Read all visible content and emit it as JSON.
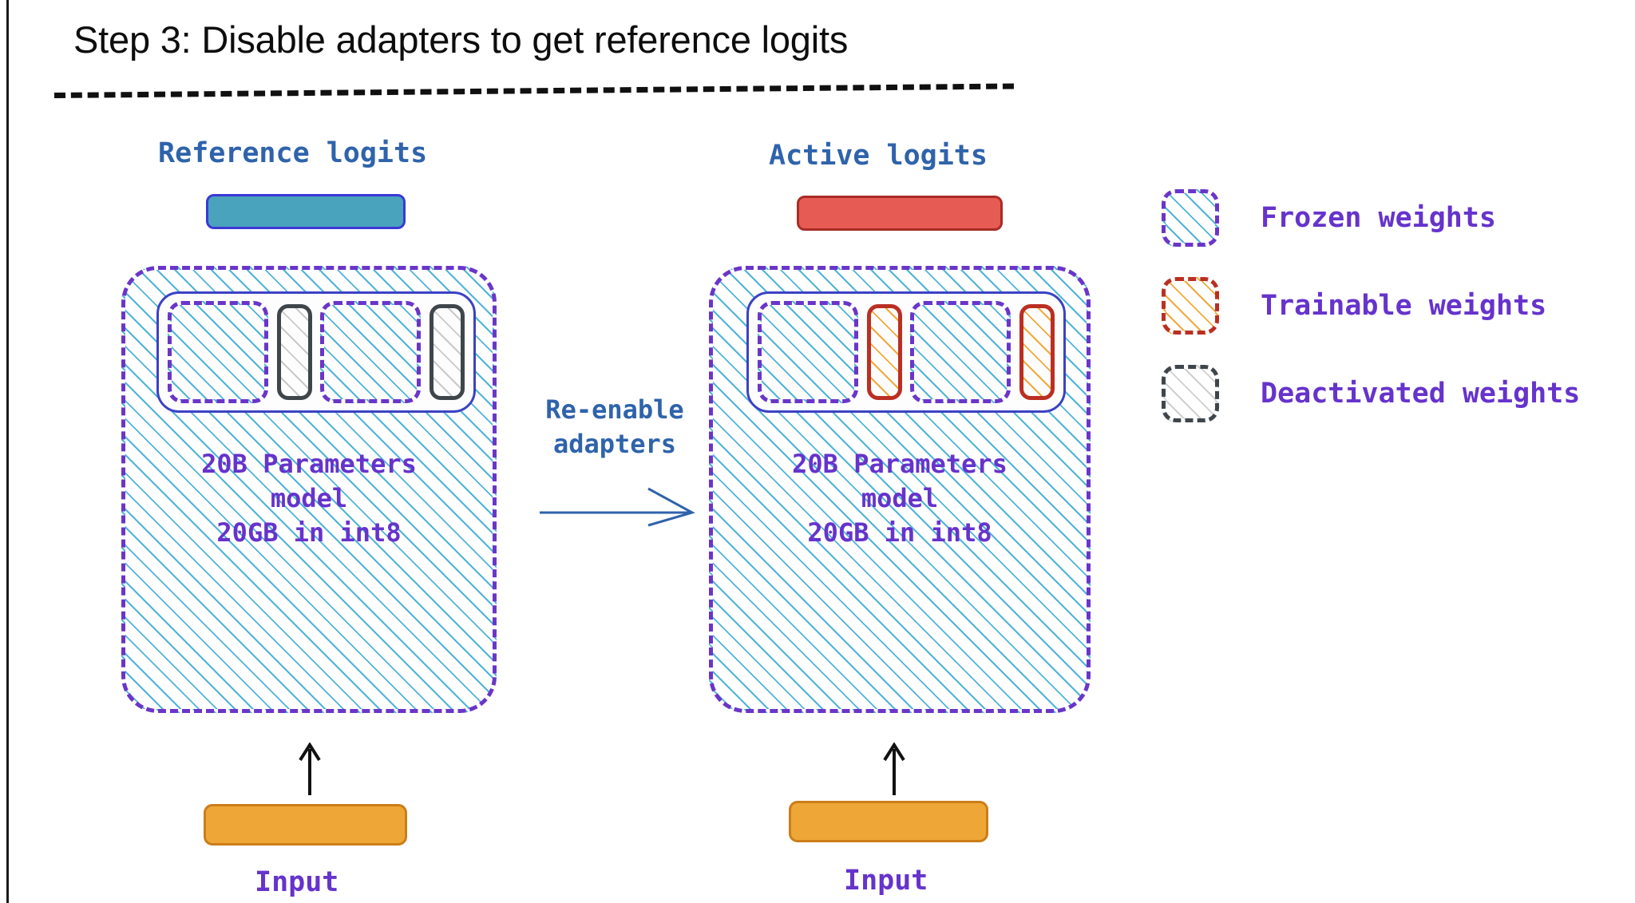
{
  "slide": {
    "title": "Step 3: Disable adapters to get reference logits"
  },
  "models": {
    "left": {
      "output_label": "Reference logits",
      "output_bar_color": "#4aa3bd",
      "body_text": "20B Parameters\nmodel\n20GB in int8",
      "input_label": "Input",
      "blocks": [
        {
          "kind": "frozen",
          "name": "frozen-weight-block"
        },
        {
          "kind": "deactivated",
          "name": "deactivated-adapter-block"
        },
        {
          "kind": "frozen",
          "name": "frozen-weight-block"
        },
        {
          "kind": "deactivated",
          "name": "deactivated-adapter-block"
        }
      ]
    },
    "right": {
      "output_label": "Active logits",
      "output_bar_color": "#e65c54",
      "body_text": "20B Parameters\nmodel\n20GB in int8",
      "input_label": "Input",
      "blocks": [
        {
          "kind": "frozen",
          "name": "frozen-weight-block"
        },
        {
          "kind": "trainable",
          "name": "trainable-adapter-block"
        },
        {
          "kind": "frozen",
          "name": "frozen-weight-block"
        },
        {
          "kind": "trainable",
          "name": "trainable-adapter-block"
        }
      ]
    }
  },
  "transition": {
    "label": "Re-enable\nadapters"
  },
  "legend": {
    "items": [
      {
        "label": "Frozen weights",
        "swatch": "frozen",
        "border_color": "#6a35c9",
        "hatch_color": "#4fb4d8"
      },
      {
        "label": "Trainable weights",
        "swatch": "trainable",
        "border_color": "#bb2f22",
        "hatch_color": "#f0a93a"
      },
      {
        "label": "Deactivated weights",
        "swatch": "deactivated",
        "border_color": "#3f464b",
        "hatch_color": "#cfcfcf"
      }
    ]
  },
  "colors": {
    "title_text": "#0d0d0d",
    "logits_label": "#2f63ab",
    "model_text": "#6633cc",
    "model_border": "#6a35c9",
    "model_hatch": "#4fb4d8",
    "input_fill": "#eea737",
    "input_border": "#cc7d18",
    "transition_text": "#2f63ab"
  }
}
